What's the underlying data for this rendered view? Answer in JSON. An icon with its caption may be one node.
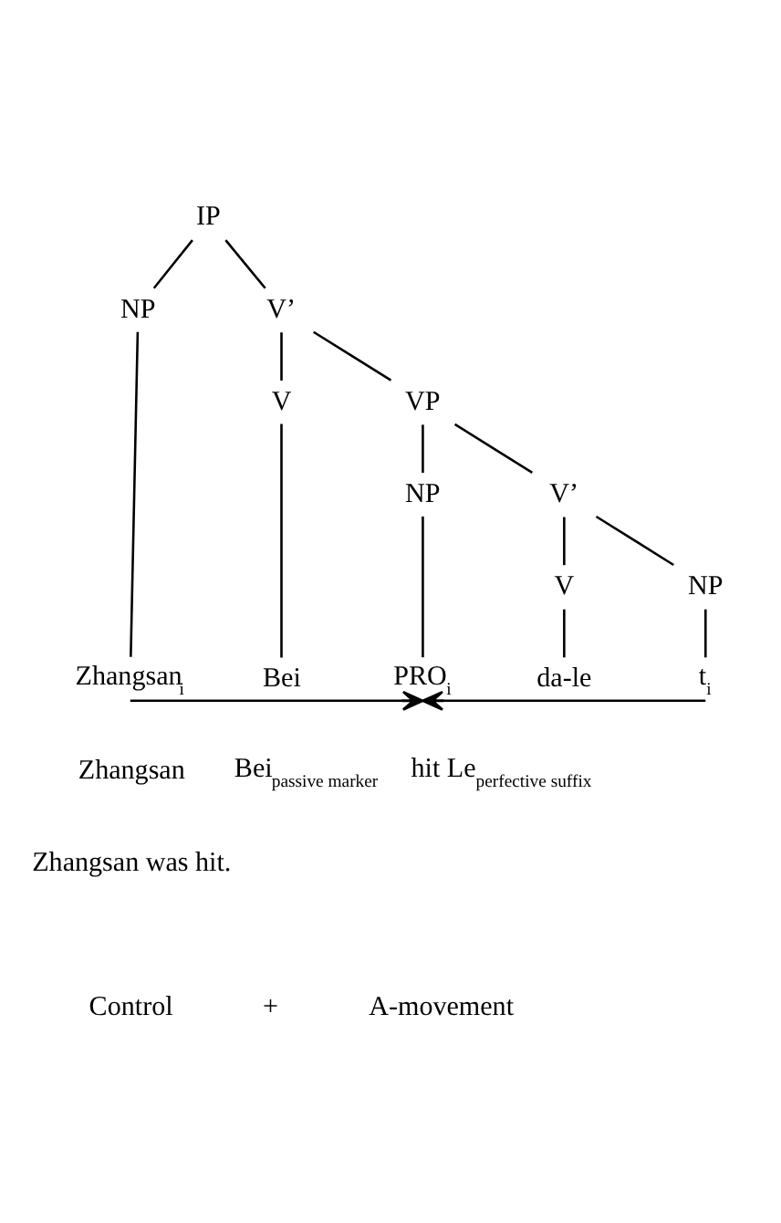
{
  "diagram": {
    "nodes": [
      {
        "text": [
          "IP"
        ]
      },
      {
        "text": [
          "NP"
        ]
      },
      {
        "text": [
          "V’"
        ]
      },
      {
        "text": [
          "V"
        ]
      },
      {
        "text": [
          "VP"
        ]
      },
      {
        "text": [
          "NP"
        ]
      },
      {
        "text": [
          "V’"
        ]
      },
      {
        "text": [
          "V"
        ]
      },
      {
        "text": [
          "NP"
        ]
      },
      {
        "text": [
          "Zhangsan$_{i}$"
        ]
      },
      {
        "text": [
          "Bei"
        ]
      },
      {
        "text": [
          "PRO$_{i}$"
        ]
      },
      {
        "text": [
          "da-le"
        ]
      },
      {
        "text": [
          "t$_{i}$"
        ]
      }
    ],
    "edges": [
      {
        "from": 0,
        "to": 1,
        "arrow": "none"
      },
      {
        "from": 0,
        "to": 2,
        "arrow": "none"
      },
      {
        "from": 2,
        "to": 3,
        "arrow": "none"
      },
      {
        "from": 2,
        "to": 4,
        "arrow": "none"
      },
      {
        "from": 4,
        "to": 5,
        "arrow": "none"
      },
      {
        "from": 4,
        "to": 6,
        "arrow": "none"
      },
      {
        "from": 6,
        "to": 7,
        "arrow": "none"
      },
      {
        "from": 6,
        "to": 8,
        "arrow": "none"
      },
      {
        "from": 1,
        "to": 9,
        "arrow": "none"
      },
      {
        "from": 3,
        "to": 10,
        "arrow": "none"
      },
      {
        "from": 5,
        "to": 11,
        "arrow": "none"
      },
      {
        "from": 7,
        "to": 12,
        "arrow": "none"
      },
      {
        "from": 8,
        "to": 13,
        "arrow": "none"
      },
      {
        "from": 9,
        "to": 11,
        "arrow": "to"
      },
      {
        "from": 13,
        "to": 11,
        "arrow": "to"
      }
    ],
    "labels": [
      "Zhangsan",
      "Bei$_{passive marker}$",
      "hit Le$_{perfective suffix}$",
      "Zhangsan was hit.",
      "Control",
      "+",
      "A-movement"
    ]
  }
}
